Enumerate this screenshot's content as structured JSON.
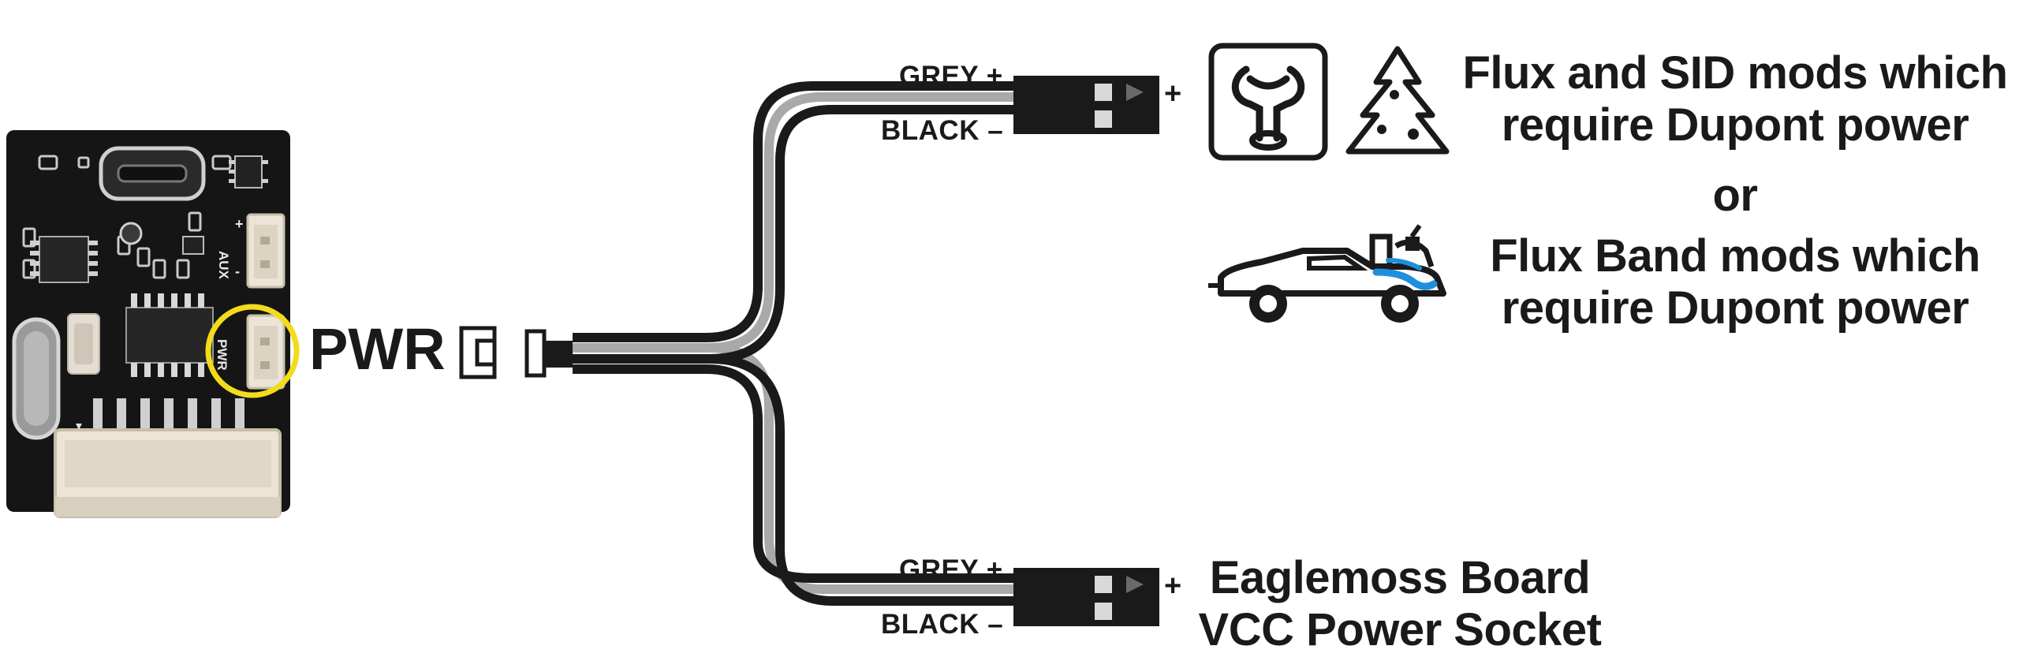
{
  "connector_label": "PWR",
  "board": {
    "aux_label": "AUX",
    "pwr_label": "PWR",
    "plus_mark": "+",
    "minus_mark": "-"
  },
  "branches": {
    "top": {
      "grey_label": "GREY +",
      "black_label": "BLACK –",
      "plus_label": "+"
    },
    "bottom": {
      "grey_label": "GREY +",
      "black_label": "BLACK –",
      "plus_label": "+"
    }
  },
  "descriptions": {
    "flux_sid_line1": "Flux and SID mods which",
    "flux_sid_line2": "require Dupont power",
    "or": "or",
    "flux_band_line1": "Flux Band mods which",
    "flux_band_line2": "require Dupont power",
    "eaglemoss_line1": "Eaglemoss Board",
    "eaglemoss_line2": "VCC Power Socket"
  },
  "colors": {
    "wire_grey": "#a9a9a9",
    "wire_black": "#1a1a1a",
    "highlight": "#f2dc1c",
    "pcb": "#151515",
    "accent_blue": "#1e8fdc"
  },
  "icons": [
    "yoke-logo-icon",
    "christmas-tree-icon",
    "delorean-car-icon"
  ]
}
